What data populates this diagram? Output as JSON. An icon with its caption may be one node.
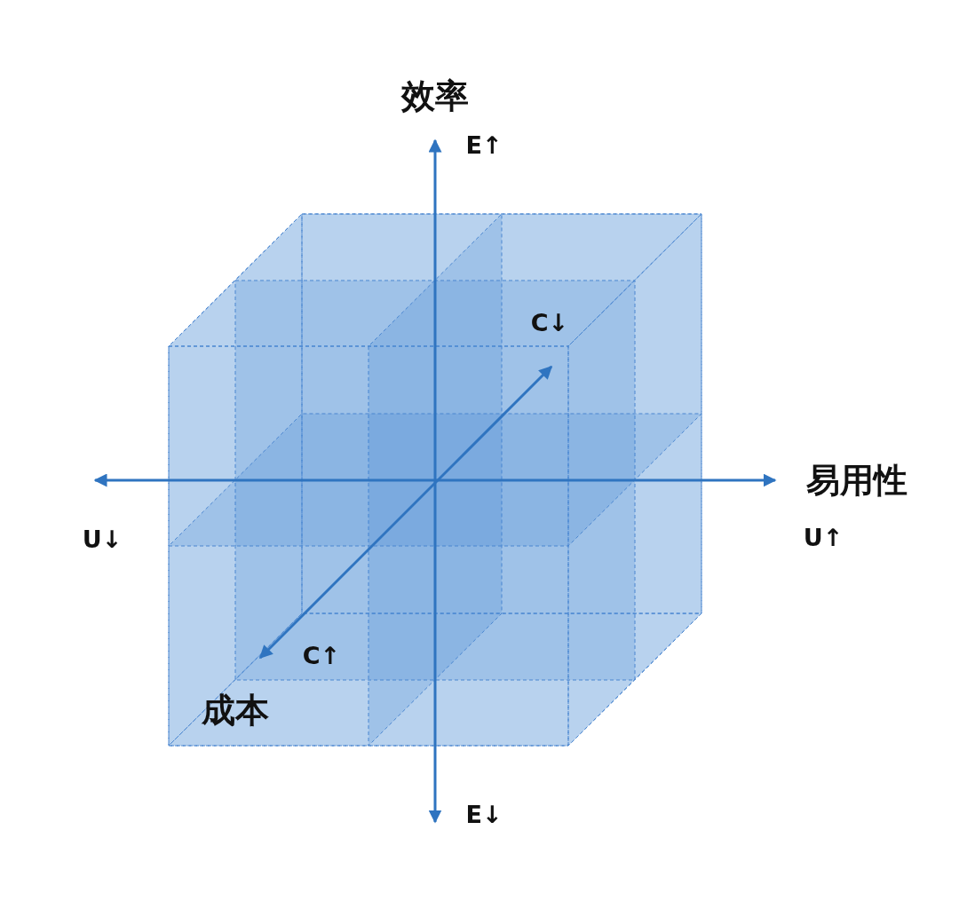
{
  "diagram": {
    "labels": [
      "效率",
      "E↑",
      "C↓",
      "U↓",
      "易用性",
      "U↑",
      "C↑",
      "成本",
      "E↓"
    ]
  }
}
